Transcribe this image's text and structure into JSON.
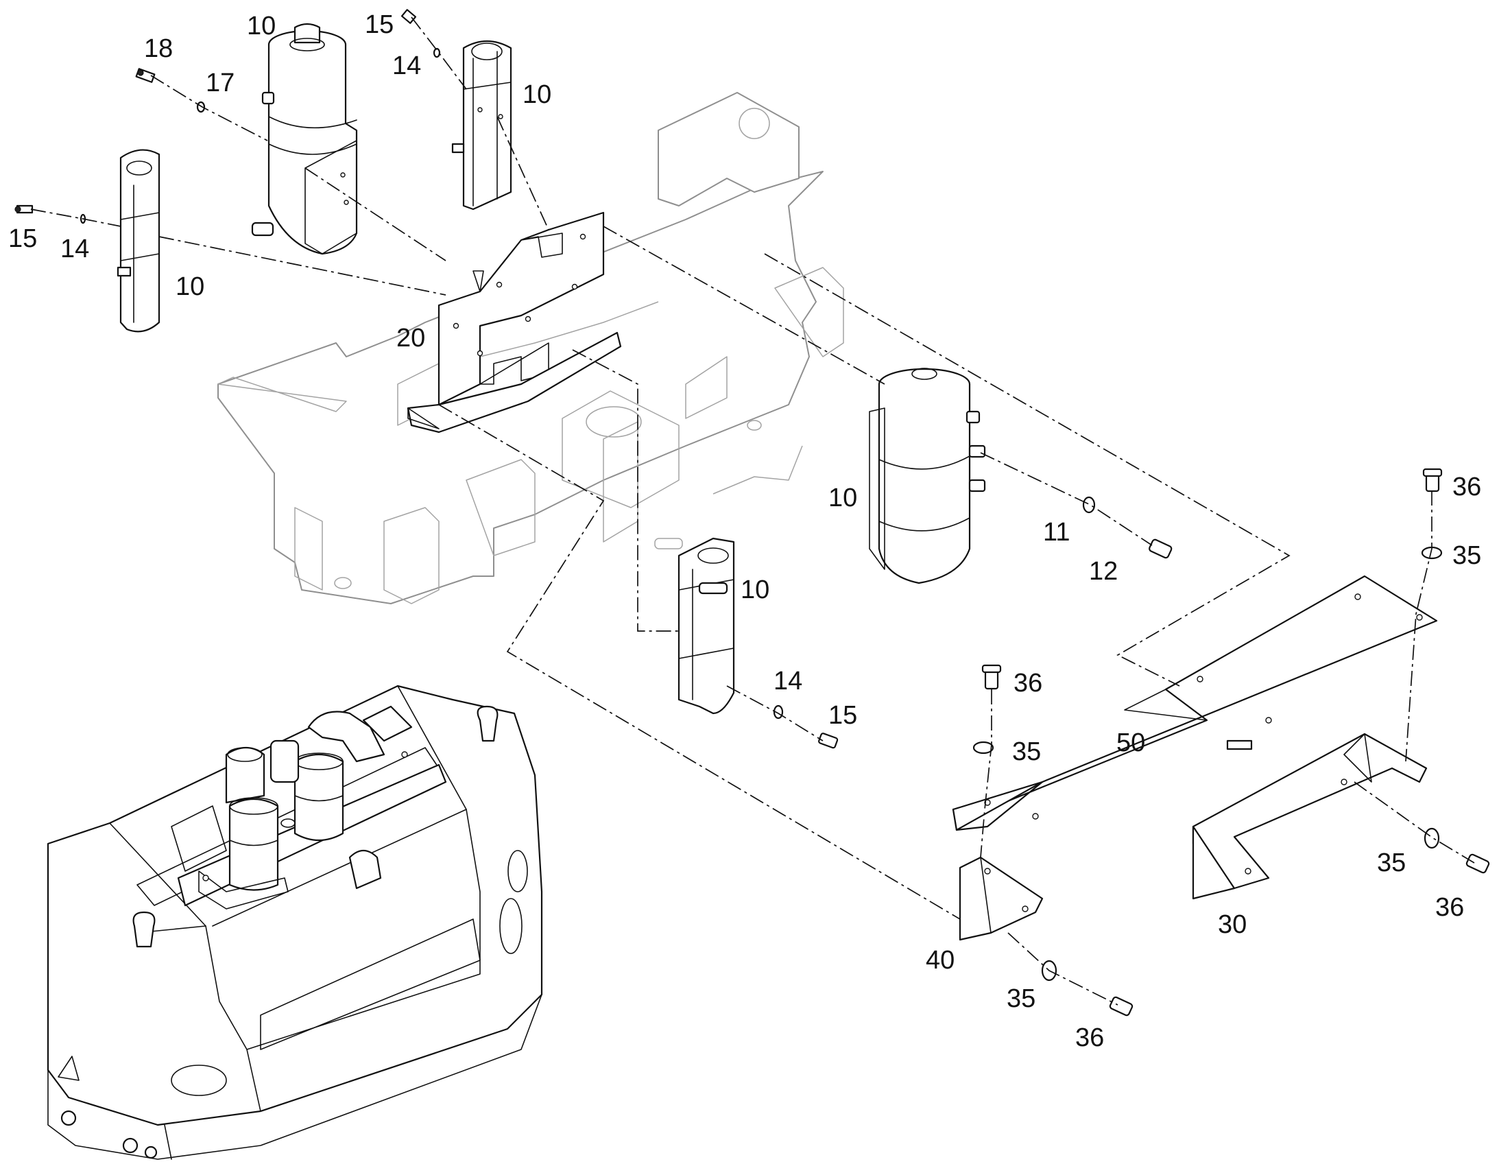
{
  "callouts": [
    {
      "key": "c1",
      "text": "10"
    },
    {
      "key": "c2",
      "text": "15"
    },
    {
      "key": "c3",
      "text": "18"
    },
    {
      "key": "c4",
      "text": "17"
    },
    {
      "key": "c5",
      "text": "14"
    },
    {
      "key": "c6",
      "text": "10"
    },
    {
      "key": "c7",
      "text": "15"
    },
    {
      "key": "c8",
      "text": "14"
    },
    {
      "key": "c9",
      "text": "10"
    },
    {
      "key": "c10",
      "text": "20"
    },
    {
      "key": "c11",
      "text": "10"
    },
    {
      "key": "c12",
      "text": "11"
    },
    {
      "key": "c13",
      "text": "12"
    },
    {
      "key": "c14",
      "text": "36"
    },
    {
      "key": "c15",
      "text": "35"
    },
    {
      "key": "c16",
      "text": "10"
    },
    {
      "key": "c17",
      "text": "14"
    },
    {
      "key": "c18",
      "text": "15"
    },
    {
      "key": "c19",
      "text": "36"
    },
    {
      "key": "c20",
      "text": "35"
    },
    {
      "key": "c21",
      "text": "50"
    },
    {
      "key": "c22",
      "text": "35"
    },
    {
      "key": "c23",
      "text": "36"
    },
    {
      "key": "c24",
      "text": "30"
    },
    {
      "key": "c25",
      "text": "40"
    },
    {
      "key": "c26",
      "text": "35"
    },
    {
      "key": "c27",
      "text": "36"
    }
  ]
}
